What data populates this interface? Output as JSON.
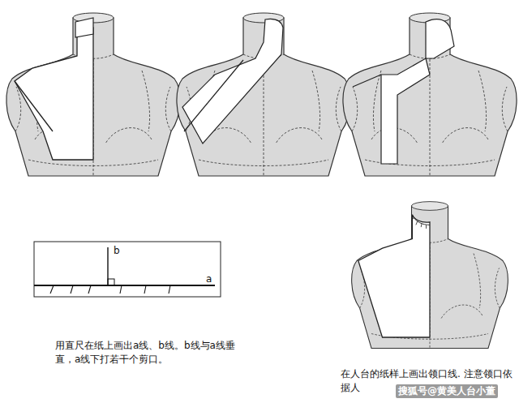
{
  "diagram": {
    "labels": [
      "b",
      "a",
      "用直尺在纸上画出a线、b线。b线与a线垂直，a线下打若干个剪口。",
      "在人台的纸样上画出领口线. 注意领口依据人",
      "搜狐号@黄美人台小董"
    ]
  }
}
